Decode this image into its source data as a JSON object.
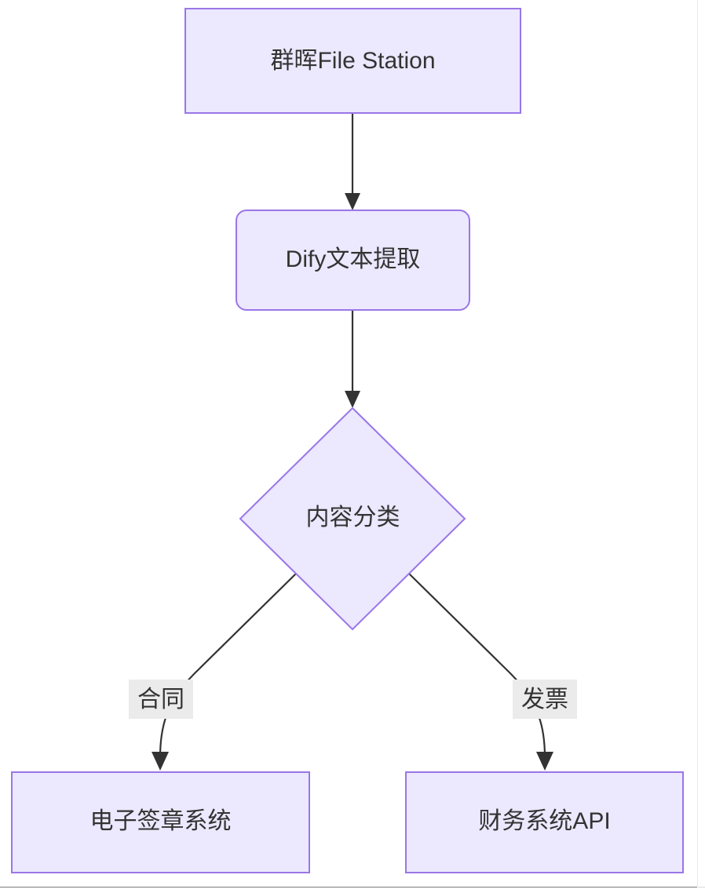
{
  "diagram": {
    "type": "flowchart",
    "direction": "top-down",
    "background_color": "#ffffff",
    "node_fill_color": "#ECE8FD",
    "node_border_color": "#9A76E8",
    "edge_color": "#333333",
    "edge_label_background": "#ebebeb",
    "text_color": "#333333",
    "nodes": [
      {
        "id": "source",
        "label": "群晖File Station",
        "shape": "rectangle"
      },
      {
        "id": "extract",
        "label": "Dify文本提取",
        "shape": "rounded-rectangle"
      },
      {
        "id": "classify",
        "label": "内容分类",
        "shape": "diamond"
      },
      {
        "id": "esign",
        "label": "电子签章系统",
        "shape": "rectangle"
      },
      {
        "id": "finance",
        "label": "财务系统API",
        "shape": "rectangle"
      }
    ],
    "edges": [
      {
        "from": "source",
        "to": "extract",
        "label": ""
      },
      {
        "from": "extract",
        "to": "classify",
        "label": ""
      },
      {
        "from": "classify",
        "to": "esign",
        "label": "合同"
      },
      {
        "from": "classify",
        "to": "finance",
        "label": "发票"
      }
    ]
  }
}
